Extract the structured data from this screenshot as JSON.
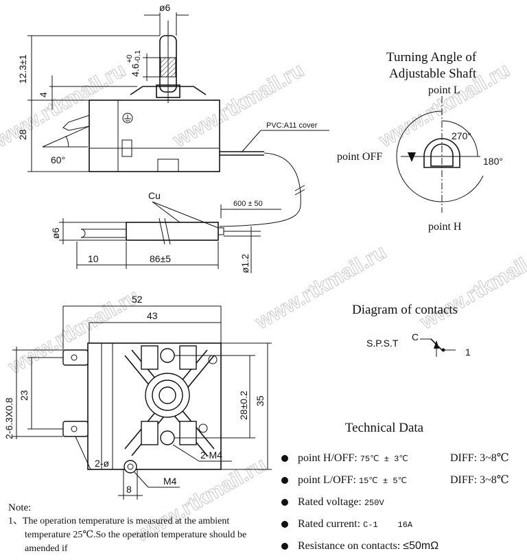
{
  "side_view": {
    "d_shaft": "ø6",
    "h_shaft": "12.3±1",
    "flat": "4.6",
    "flat_tol_top": "+0",
    "flat_tol_bottom": "-0.1",
    "h_mount": "4",
    "h_body": "28",
    "angle": "60°",
    "cover": "PVC:A11 cover",
    "cu": "Cu",
    "capillary": "600 ± 50",
    "d_bulb": "ø6",
    "l_tip": "10",
    "l_bulb": "86±5",
    "d_capillary": "ø1.2"
  },
  "top_view": {
    "w_overall": "52",
    "w_body": "43",
    "terminals": "2-6.3X0.8",
    "pitch": "23",
    "hole_pitch": "28±0.2",
    "h_body": "35",
    "holes": "2-ø",
    "holes_m4": "2-M4",
    "screw": "M4",
    "offset": "8"
  },
  "turning": {
    "title_1": "Turning Angle of",
    "title_2": "Adjustable Shaft",
    "point_l": "point L",
    "point_off": "point OFF",
    "point_h": "point H",
    "a270": "270°",
    "a180": "180°"
  },
  "contacts": {
    "title": "Diagram of contacts",
    "spst": "S.P.S.T",
    "c": "C",
    "one": "1"
  },
  "technical": {
    "title": "Technical Data",
    "h_label": "point H/OFF:",
    "h_value": "75℃ ± 3℃",
    "h_diff": "DIFF: 3~8℃",
    "l_label": "point L/OFF:",
    "l_value": "15℃ ± 5℃",
    "l_diff": "DIFF: 3~8℃",
    "voltage_label": "Rated voltage:",
    "voltage_value": "250V",
    "current_label": "Rated current:",
    "current_value": "C-1    16A",
    "resistance_label": "Resistance on contacts:",
    "resistance_value": "≤50mΩ"
  },
  "note": {
    "title": "Note:",
    "item1": "1、The operation temperature is measured at the ambient temperature 25℃.So the operation temperature should be amended if"
  },
  "watermark": "www.rtkmail.ru"
}
